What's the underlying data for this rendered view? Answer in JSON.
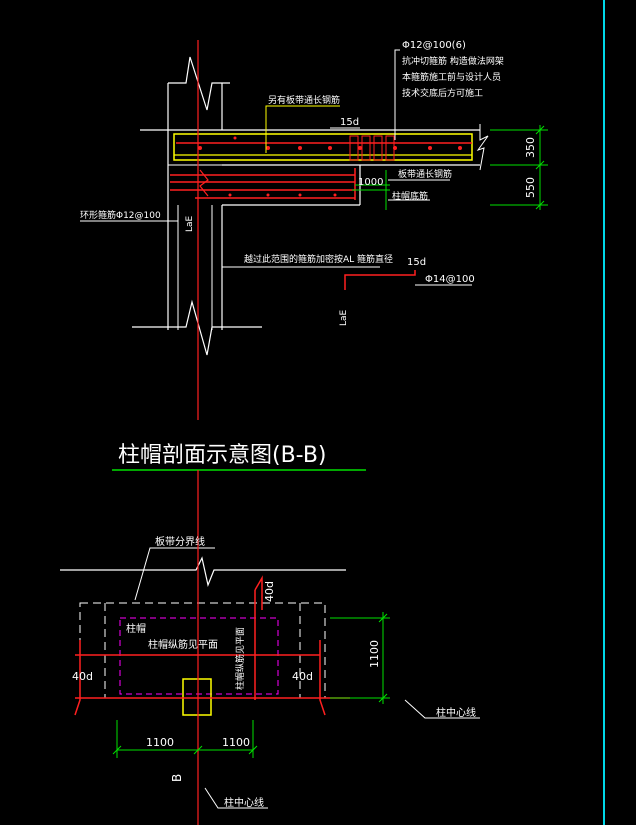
{
  "colors": {
    "background": "#000000",
    "outline": "#ffffff",
    "rebar": "#ff2020",
    "dimension": "#00e000",
    "cyan_border": "#00d8e8",
    "magenta": "#ff00ff",
    "yellow": "#ffff00",
    "text": "#ffffff"
  },
  "section_top": {
    "note_stirrup_spec": "Φ12@100(6)",
    "note_line1": "抗冲切箍筋 构造做法网架",
    "note_line2": "本箍筋施工前与设计人员",
    "note_line3": "技术交底后方可施工",
    "label_top_rebar": "另有板带通长钢筋",
    "label_15d_top": "15d",
    "label_plate_rebar": "板带通长钢筋",
    "label_cap_rebar": "柱帽底筋",
    "label_1000": "1000",
    "label_ring_stirrup": "环形箍筋Φ12@100",
    "label_lae_left": "LaE",
    "label_lae_lower": "LaE",
    "label_column_note": "越过此范围的箍筋加密按AL 箍筋直径",
    "label_15d_lower": "15d",
    "label_phi14": "Φ14@100",
    "dim_350": "350",
    "dim_550": "550"
  },
  "title": {
    "text": "柱帽剖面示意图(B-B)"
  },
  "plan_view": {
    "label_strip_line": "板带分界线",
    "label_cap": "柱帽",
    "label_cap_rebar_plan": "柱帽纵筋见平面",
    "label_vertical": "柱帽纵筋见平面",
    "label_40d_left": "40d",
    "label_40d_right": "40d",
    "label_40d_top": "40d",
    "dim_1100_left": "1100",
    "dim_1100_right": "1100",
    "dim_1100_vertical": "1100",
    "label_col_center_right": "柱中心线",
    "label_col_center_bottom": "柱中心线",
    "label_b": "B"
  }
}
